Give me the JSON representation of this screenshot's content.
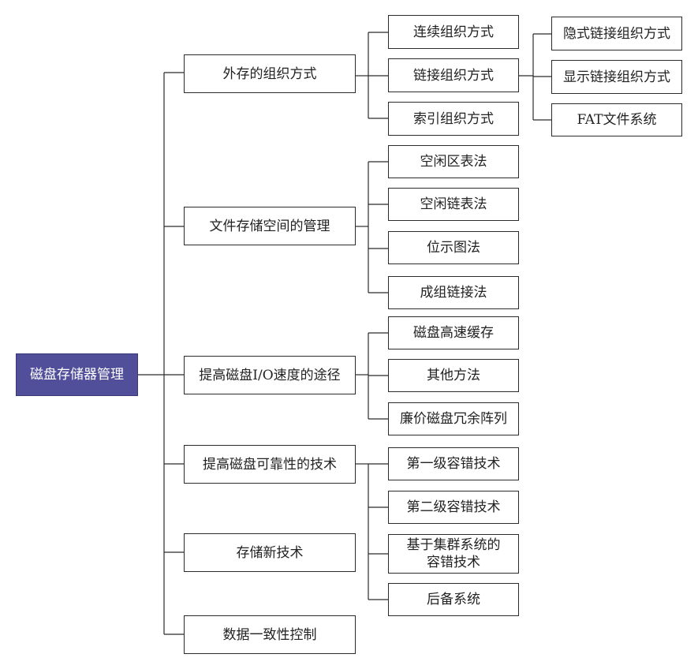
{
  "diagram": {
    "root_color": "#514e9a",
    "root": {
      "label": "磁盘存储器管理"
    },
    "branches": [
      {
        "label": "外存的组织方式",
        "children": [
          {
            "label": "连续组织方式"
          },
          {
            "label": "链接组织方式",
            "children": [
              {
                "label": "隐式链接组织方式"
              },
              {
                "label": "显示链接组织方式"
              },
              {
                "label": "FAT文件系统"
              }
            ]
          },
          {
            "label": "索引组织方式"
          }
        ]
      },
      {
        "label": "文件存储空间的管理",
        "children": [
          {
            "label": "空闲区表法"
          },
          {
            "label": "空闲链表法"
          },
          {
            "label": "位示图法"
          },
          {
            "label": "成组链接法"
          }
        ]
      },
      {
        "label": "提高磁盘I/O速度的途径",
        "children": [
          {
            "label": "磁盘高速缓存"
          },
          {
            "label": "其他方法"
          },
          {
            "label": "廉价磁盘冗余阵列"
          }
        ]
      },
      {
        "label": "提高磁盘可靠性的技术",
        "children": [
          {
            "label": "第一级容错技术"
          },
          {
            "label": "第二级容错技术"
          },
          {
            "label": "基于集群系统的\n容错技术"
          },
          {
            "label": "后备系统"
          }
        ]
      },
      {
        "label": "存储新技术",
        "children": []
      },
      {
        "label": "数据一致性控制",
        "children": []
      }
    ]
  }
}
